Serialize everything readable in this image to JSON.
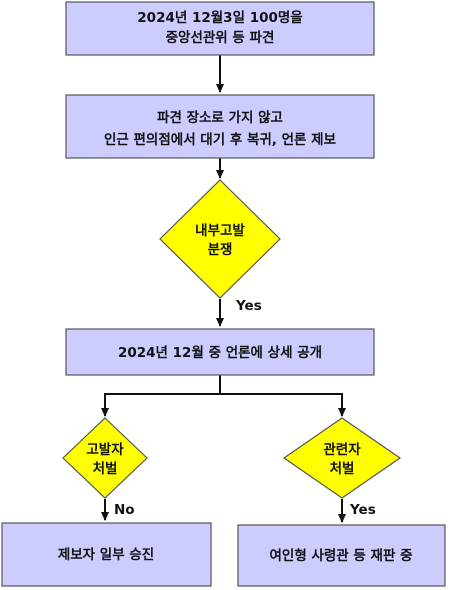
{
  "colors": {
    "box_fill": "#CCCCFF",
    "decision_fill": "#FFFF00",
    "stroke": "#555555",
    "arrow": "#111111",
    "text": "#111111"
  },
  "nodes": {
    "n1": {
      "shape": "box",
      "lines": [
        "2024년 12월3일 100명을",
        "중앙선관위 등 파견"
      ]
    },
    "n2": {
      "shape": "box",
      "lines": [
        "파견 장소로 가지 않고",
        "인근 편의점에서 대기 후 복귀, 언론 제보"
      ]
    },
    "d1": {
      "shape": "diamond",
      "lines": [
        "내부고발",
        "분쟁"
      ]
    },
    "n3": {
      "shape": "box",
      "lines": [
        "2024년 12월 중 언론에 상세 공개"
      ]
    },
    "d2": {
      "shape": "diamond",
      "lines": [
        "고발자",
        "처벌"
      ]
    },
    "d3": {
      "shape": "diamond",
      "lines": [
        "관련자",
        "처벌"
      ]
    },
    "n4": {
      "shape": "box",
      "lines": [
        "제보자 일부 승진"
      ]
    },
    "n5": {
      "shape": "box",
      "lines": [
        "여인형 사령관 등 재판 중"
      ]
    }
  },
  "edges": [
    {
      "from": "n1",
      "to": "n2",
      "label": ""
    },
    {
      "from": "n2",
      "to": "d1",
      "label": ""
    },
    {
      "from": "d1",
      "to": "n3",
      "label": "Yes"
    },
    {
      "from": "n3",
      "to": "d2",
      "label": ""
    },
    {
      "from": "n3",
      "to": "d3",
      "label": ""
    },
    {
      "from": "d2",
      "to": "n4",
      "label": "No"
    },
    {
      "from": "d3",
      "to": "n5",
      "label": "Yes"
    }
  ]
}
